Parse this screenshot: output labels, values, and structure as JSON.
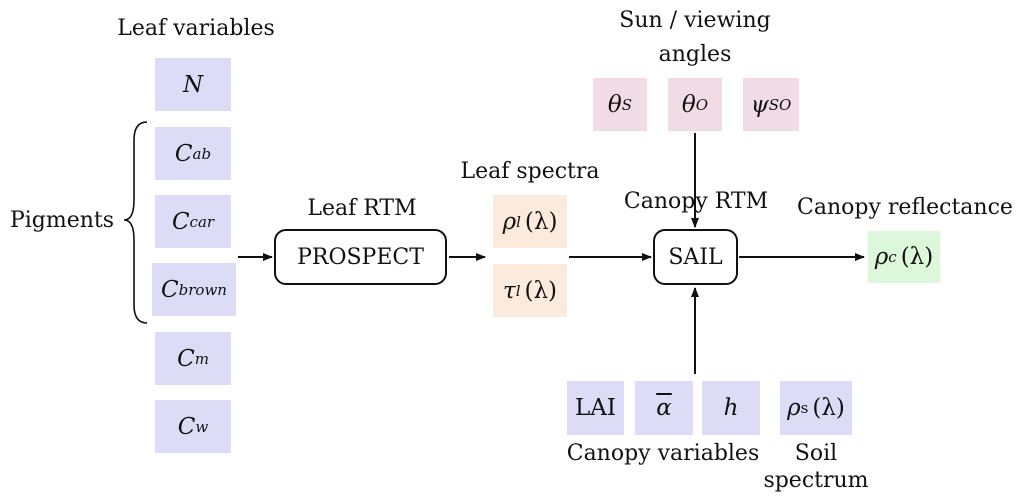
{
  "labels": {
    "leaf_variables": "Leaf variables",
    "pigments": "Pigments",
    "leaf_rtm": "Leaf RTM",
    "leaf_spectra": "Leaf spectra",
    "sun_viewing_line1": "Sun / viewing",
    "sun_viewing_line2": "angles",
    "canopy_rtm": "Canopy RTM",
    "canopy_reflectance": "Canopy reflectance",
    "canopy_variables": "Canopy variables",
    "soil_line1": "Soil",
    "soil_line2": "spectrum"
  },
  "models": {
    "prospect": "PROSPECT",
    "sail": "SAIL"
  },
  "leaf_vars": [
    {
      "sym": "N",
      "sub": ""
    },
    {
      "sym": "C",
      "sub": "ab"
    },
    {
      "sym": "C",
      "sub": "car"
    },
    {
      "sym": "C",
      "sub": "brown"
    },
    {
      "sym": "C",
      "sub": "m"
    },
    {
      "sym": "C",
      "sub": "w"
    }
  ],
  "angles": [
    {
      "sym": "θ",
      "sub": "S"
    },
    {
      "sym": "θ",
      "sub": "O"
    },
    {
      "sym": "ψ",
      "sub": "SO"
    }
  ],
  "leaf_spectra_vars": [
    {
      "sym": "ρ",
      "sub": "l",
      "arg": "(λ)"
    },
    {
      "sym": "τ",
      "sub": "l",
      "arg": "(λ)"
    }
  ],
  "output": {
    "sym": "ρ",
    "sub": "c",
    "arg": "(λ)"
  },
  "canopy_vars": {
    "lai": "LAI",
    "alpha": "α",
    "h": "h"
  },
  "soil": {
    "sym": "ρ",
    "sub": "s",
    "arg": "(λ)"
  }
}
